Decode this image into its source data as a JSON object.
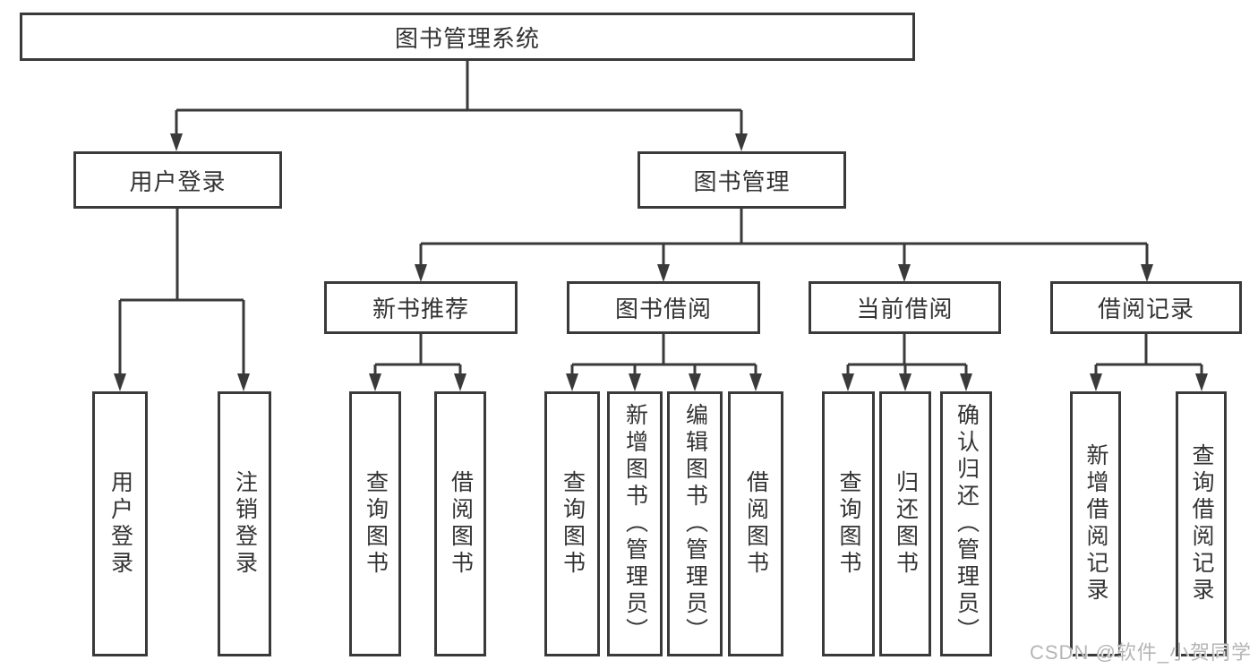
{
  "colors": {
    "background": "#ffffff",
    "line": "#3a3a3a",
    "box_border": "#3a3a3a",
    "text": "#333333",
    "watermark": "#b5b5b5"
  },
  "watermark": {
    "text": "CSDN @软件_小贺同学"
  },
  "tree": {
    "root": {
      "label": "图书管理系统"
    },
    "children": [
      {
        "label": "用户登录",
        "children": [
          "用户登录",
          "注销登录"
        ]
      },
      {
        "label": "图书管理",
        "children": [
          {
            "label": "新书推荐",
            "children": [
              "查询图书",
              "借阅图书"
            ]
          },
          {
            "label": "图书借阅",
            "children": [
              "查询图书",
              "新增图书（管理员）",
              "编辑图书（管理员）",
              "借阅图书"
            ]
          },
          {
            "label": "当前借阅",
            "children": [
              "查询图书",
              "归还图书",
              "确认归还（管理员）"
            ]
          },
          {
            "label": "借阅记录",
            "children": [
              "新增借阅记录",
              "查询借阅记录"
            ]
          }
        ]
      }
    ]
  }
}
